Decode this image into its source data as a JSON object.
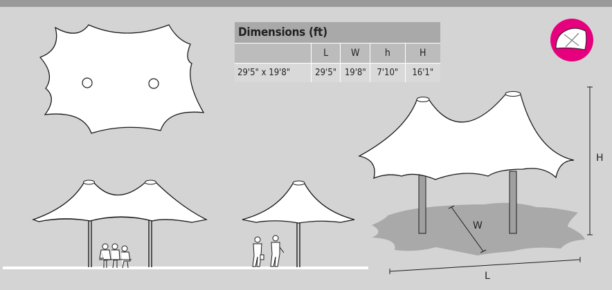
{
  "table": {
    "title": "Dimensions (ft)",
    "headers": [
      "",
      "L",
      "W",
      "h",
      "H"
    ],
    "rows": [
      [
        "29'5\" x 19'8\"",
        "29'5\"",
        "19'8\"",
        "7'10\"",
        "16'1\""
      ]
    ]
  },
  "labels": {
    "H": "H",
    "W": "W",
    "L": "L"
  },
  "colors": {
    "badge": "#e6007e",
    "background": "#d4d4d4",
    "band": "#9a9a9a",
    "canopy": "#ffffff",
    "shadow": "#aaaaaa"
  },
  "icons": {
    "badge": "tent-top-view-icon"
  }
}
